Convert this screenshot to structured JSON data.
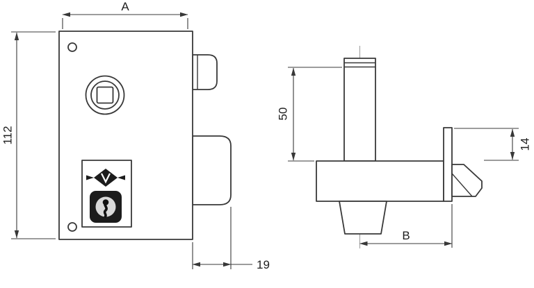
{
  "drawing": {
    "labels": {
      "width": "A",
      "height": "112",
      "cylinder_to_case": "50",
      "faceplate_offset": "14",
      "backset": "B",
      "bolt_projection": "19"
    },
    "colors": {
      "line": "#383838",
      "fill": "#ffffff",
      "dark_fill": "#1c1c1c",
      "background": "#ffffff"
    }
  }
}
